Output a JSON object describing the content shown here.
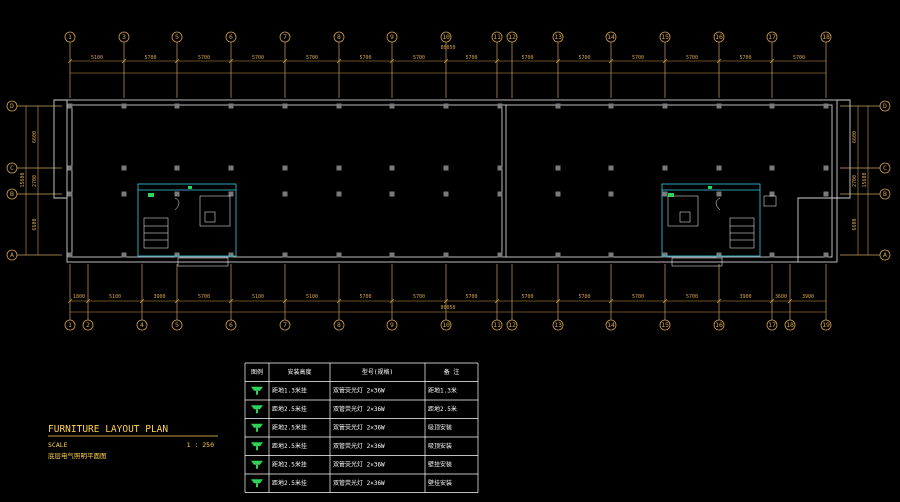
{
  "drawing": {
    "bottom_axes": [
      "1",
      "2",
      "4",
      "5",
      "6",
      "7",
      "8",
      "9",
      "10",
      "11",
      "12",
      "13",
      "14",
      "15",
      "16",
      "17",
      "18",
      "19"
    ],
    "top_dimensions": [
      "5100",
      "5700",
      "5700",
      "5700",
      "5700",
      "5700",
      "5700",
      "5700",
      "5700",
      "5700",
      "5700",
      "5700",
      "5700",
      "5700"
    ],
    "bottom_dimensions": [
      "1800",
      "5100",
      "3900",
      "5700",
      "5100",
      "5100",
      "5700",
      "5700",
      "5700",
      "5700",
      "5700",
      "5700",
      "5700",
      "3900",
      "3600",
      "3900"
    ],
    "total_dimension": "80050",
    "top_axes": [
      "1",
      "3",
      "5",
      "6",
      "7",
      "8",
      "9",
      "10",
      "11",
      "12",
      "13",
      "14",
      "15",
      "16",
      "17",
      "18"
    ],
    "left_axes": [
      "D",
      "C",
      "B",
      "A"
    ],
    "right_axes": [
      "D",
      "C",
      "B",
      "A"
    ],
    "left_dimensions": [
      "6600",
      "2700",
      "6600"
    ],
    "right_dimensions": [
      "6600",
      "2700",
      "6600"
    ],
    "left_total": "15600",
    "right_total": "15600"
  },
  "legend": {
    "headers": [
      "图例",
      "安装高度",
      "型号(规格)",
      "备 注"
    ],
    "rows": [
      {
        "symbol": "lamp-icon",
        "height": "距地1.3米挂",
        "spec": "双管荧光灯 2×36W",
        "remark": "距地1.3米"
      },
      {
        "symbol": "lamp-icon",
        "height": "距地2.5米挂",
        "spec": "双管荧光灯 2×36W",
        "remark": "距地2.5米"
      },
      {
        "symbol": "lamp-icon",
        "height": "距地2.5米挂",
        "spec": "双管荧光灯 2×36W",
        "remark": "吸顶安装"
      },
      {
        "symbol": "lamp-icon",
        "height": "距地2.5米挂",
        "spec": "双管荧光灯 2×36W",
        "remark": "吸顶安装"
      },
      {
        "symbol": "lamp-icon",
        "height": "距地2.5米挂",
        "spec": "双管荧光灯 2×36W",
        "remark": "壁挂安装"
      },
      {
        "symbol": "lamp-icon",
        "height": "距地2.5米挂",
        "spec": "双管荧光灯 2×36W",
        "remark": "壁挂安装"
      }
    ]
  },
  "title": {
    "main": "FURNITURE LAYOUT PLAN",
    "scale_label": "SCALE",
    "scale_value": "1 : 250",
    "subtitle": "底层电气照明平面图"
  },
  "colors": {
    "axis": "#d2a24c",
    "wall": "#cfcfcf",
    "core": "#35d0e6",
    "symbol": "#2fd35a",
    "title": "#ffd24a"
  }
}
